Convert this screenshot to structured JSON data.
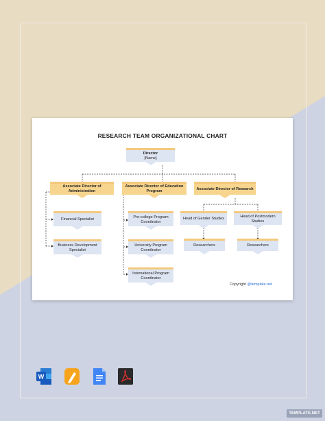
{
  "chart": {
    "title": "RESEARCH TEAM ORGANIZATIONAL CHART",
    "director": {
      "title": "Director",
      "name": "[Name]"
    },
    "associates": [
      {
        "label": "Associate Director of Administration"
      },
      {
        "label": "Associate Director of Education Program"
      },
      {
        "label": "Associate Director of Research"
      }
    ],
    "admin_reports": [
      {
        "label": "Financial Specialist"
      },
      {
        "label": "Business Development Specialist"
      }
    ],
    "education_reports": [
      {
        "label": "Pre-college Program Coordinator"
      },
      {
        "label": "University Program Coordinator"
      },
      {
        "label": "International Program Coordinator"
      }
    ],
    "research_heads": [
      {
        "label": "Head of Gender Studies"
      },
      {
        "label": "Head of Postmodern Studies"
      }
    ],
    "research_staff": [
      {
        "label": "Researchers"
      },
      {
        "label": "Researchers"
      }
    ],
    "copyright_prefix": "Copyright",
    "copyright_link": "@template.net"
  },
  "colors": {
    "box_blue": "#dde4f2",
    "box_gold": "#f7d58e",
    "top_gold": "#f3c97c",
    "background_beige": "#e8dcc3",
    "background_blue": "#cdd3e2"
  },
  "footer_icons": [
    "word-icon",
    "pages-icon",
    "google-docs-icon",
    "pdf-icon"
  ],
  "watermark": "TEMPLATE.NET"
}
